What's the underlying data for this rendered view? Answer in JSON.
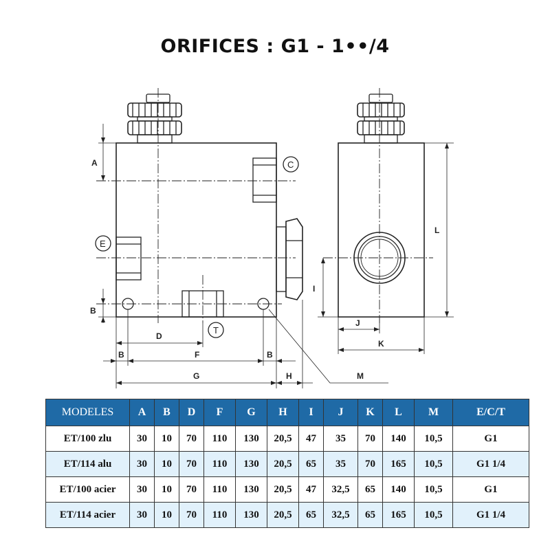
{
  "title": "ORIFICES : G1 - 1••/4",
  "drawing": {
    "labels": {
      "A": "A",
      "B_left": "B",
      "B_bottom_left": "B",
      "B_bottom_right": "B",
      "D": "D",
      "F": "F",
      "G": "G",
      "H": "H",
      "I": "I",
      "J": "J",
      "K": "K",
      "L": "L",
      "M": "M"
    },
    "ports": {
      "C": "C",
      "E": "E",
      "T": "T"
    },
    "colors": {
      "line": "#222222",
      "accent": "#1f6aa6",
      "alt_row": "#e1f1fb"
    }
  },
  "table": {
    "headers": [
      "MODELES",
      "A",
      "B",
      "D",
      "F",
      "G",
      "H",
      "I",
      "J",
      "K",
      "L",
      "M",
      "E/C/T"
    ],
    "rows": [
      [
        "ET/100 zlu",
        "30",
        "10",
        "70",
        "110",
        "130",
        "20,5",
        "47",
        "35",
        "70",
        "140",
        "10,5",
        "G1"
      ],
      [
        "ET/114 alu",
        "30",
        "10",
        "70",
        "110",
        "130",
        "20,5",
        "65",
        "35",
        "70",
        "165",
        "10,5",
        "G1 1/4"
      ],
      [
        "ET/100 acier",
        "30",
        "10",
        "70",
        "110",
        "130",
        "20,5",
        "47",
        "32,5",
        "65",
        "140",
        "10,5",
        "G1"
      ],
      [
        "ET/114 acier",
        "30",
        "10",
        "70",
        "110",
        "130",
        "20,5",
        "65",
        "32,5",
        "65",
        "165",
        "10,5",
        "G1 1/4"
      ]
    ]
  }
}
